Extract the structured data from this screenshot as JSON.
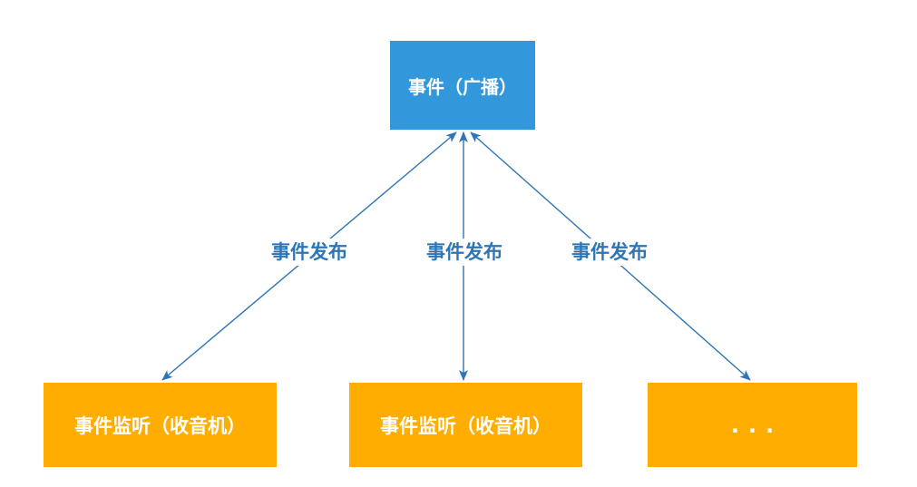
{
  "diagram": {
    "title": "event-broadcast-listener-diagram",
    "background": "#ffffff",
    "colors": {
      "broadcast_box": "#3398db",
      "listener_box": "#ffad00",
      "arrow": "#2e75b6",
      "box_text": "#ffffff",
      "edge_label_text": "#2e75b6"
    },
    "broadcast": {
      "label": "事件（广播）"
    },
    "edge_labels": [
      {
        "text": "事件发布"
      },
      {
        "text": "事件发布"
      },
      {
        "text": "事件发布"
      }
    ],
    "listeners": [
      {
        "label": "事件监听（收音机）"
      },
      {
        "label": "事件监听（收音机）"
      },
      {
        "label": "..."
      }
    ],
    "edges": [
      {
        "from": "broadcast",
        "to": "listener-1",
        "bidirectional": true
      },
      {
        "from": "broadcast",
        "to": "listener-2",
        "bidirectional": true
      },
      {
        "from": "broadcast",
        "to": "listener-3",
        "bidirectional": true
      }
    ]
  }
}
